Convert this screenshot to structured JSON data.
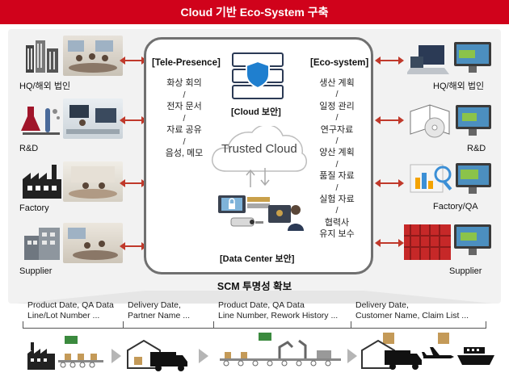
{
  "title": "Cloud 기반 Eco-System 구축",
  "center": {
    "tele_head": "[Tele-Presence]",
    "tele_items": [
      "화상 회의",
      "전자 문서",
      "자료 공유",
      "음성, 메모"
    ],
    "eco_head": "[Eco-system]",
    "eco_items": [
      "생산 계획",
      "일정 관리",
      "연구자료",
      "양산 계획",
      "품질 자료",
      "실험 자료",
      "협력사\n유지 보수"
    ],
    "cloud_security": "[Cloud 보안]",
    "trusted_cloud": "Trusted Cloud",
    "dc_security": "[Data Center 보안]"
  },
  "left_labels": [
    "HQ/해외 법인",
    "R&D",
    "Factory",
    "Supplier"
  ],
  "right_labels": [
    "HQ/해외 법인",
    "R&D",
    "Factory/QA",
    "Supplier"
  ],
  "scm": {
    "title": "SCM 투명성 확보",
    "steps": [
      {
        "line1": "Product Date, QA Data",
        "line2": "Line/Lot Number ..."
      },
      {
        "line1": "Delivery Date,",
        "line2": "Partner Name ..."
      },
      {
        "line1": "Product Date, QA Data",
        "line2": "Line Number, Rework History ..."
      },
      {
        "line1": "Delivery Date,",
        "line2": "Customer Name, Claim List ..."
      }
    ]
  },
  "icons": {
    "left": [
      "building-icon",
      "lab-flask-icon",
      "factory-icon",
      "warehouse-icon"
    ],
    "right": [
      "laptop-icon",
      "book-cd-icon",
      "chart-magnifier-icon",
      "red-shelving-icon"
    ],
    "center": [
      "server-shield-icon",
      "cloud-icon",
      "lock-icon",
      "cctv-icon",
      "security-guard-icon"
    ],
    "bottom": [
      "factory-icon",
      "truck-icon",
      "assembly-line-icon",
      "truck-icon",
      "airplane-icon",
      "ship-icon"
    ]
  },
  "colors": {
    "accent": "#d0021b",
    "arrow": "#c0392b",
    "panel_border": "#707070"
  }
}
